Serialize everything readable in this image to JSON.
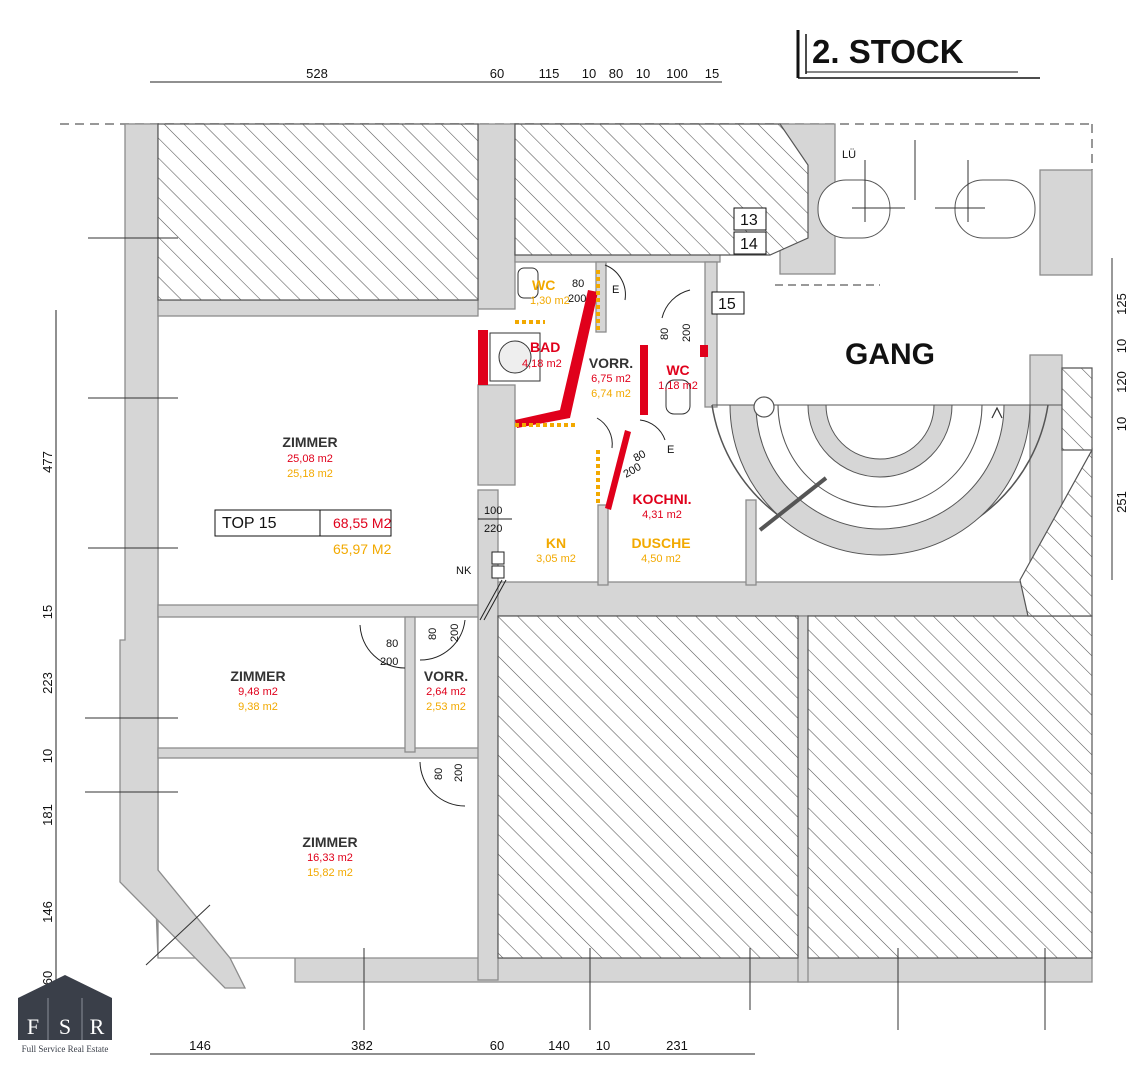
{
  "header": {
    "floor": "2. STOCK"
  },
  "unit": {
    "name": "TOP 15",
    "area_red": "68,55 M2",
    "area_yellow": "65,97 M2"
  },
  "common": {
    "corridor": "GANG",
    "vent": "LÜ",
    "unit13": "13",
    "unit14": "14",
    "unit15": "15"
  },
  "rooms": {
    "zimmer1": {
      "name": "ZIMMER",
      "area_red": "25,08 m2",
      "area_yellow": "25,18 m2"
    },
    "zimmer2": {
      "name": "ZIMMER",
      "area_red": "9,48 m2",
      "area_yellow": "9,38 m2"
    },
    "zimmer3": {
      "name": "ZIMMER",
      "area_red": "16,33 m2",
      "area_yellow": "15,82 m2"
    },
    "wc1": {
      "name": "WC",
      "area_yellow": "1,30 m2"
    },
    "bad": {
      "name": "BAD",
      "area_red": "4,18 m2"
    },
    "vorr1": {
      "name": "VORR.",
      "area_red": "6,75 m2",
      "area_yellow": "6,74 m2"
    },
    "wc2": {
      "name": "WC",
      "area_red": "1,18 m2"
    },
    "kochni": {
      "name": "KOCHNI.",
      "area_red": "4,31 m2"
    },
    "kn": {
      "name": "KN",
      "area_yellow": "3,05 m2"
    },
    "dusche": {
      "name": "DUSCHE",
      "area_yellow": "4,50 m2"
    },
    "vorr2": {
      "name": "VORR.",
      "area_red": "2,64 m2",
      "area_yellow": "2,53 m2"
    }
  },
  "doors": {
    "d100": "100",
    "d220": "220",
    "d80": "80",
    "d200": "200",
    "e": "E",
    "nk": "NK"
  },
  "dimensions": {
    "top": [
      "528",
      "60",
      "115",
      "10",
      "80",
      "10",
      "100",
      "15"
    ],
    "bottom": [
      "146",
      "382",
      "60",
      "140",
      "10",
      "231"
    ],
    "left": [
      "477",
      "15",
      "223",
      "10",
      "181",
      "146",
      "60"
    ],
    "right": [
      "125",
      "10",
      "120",
      "10",
      "251"
    ]
  },
  "logo": {
    "letters": [
      "F",
      "S",
      "R"
    ],
    "tagline": "Full Service Real Estate"
  },
  "colors": {
    "red": "#e0001b",
    "yellow": "#f2a900",
    "wall": "#d6d6d6",
    "logo": "#3a3f49"
  }
}
